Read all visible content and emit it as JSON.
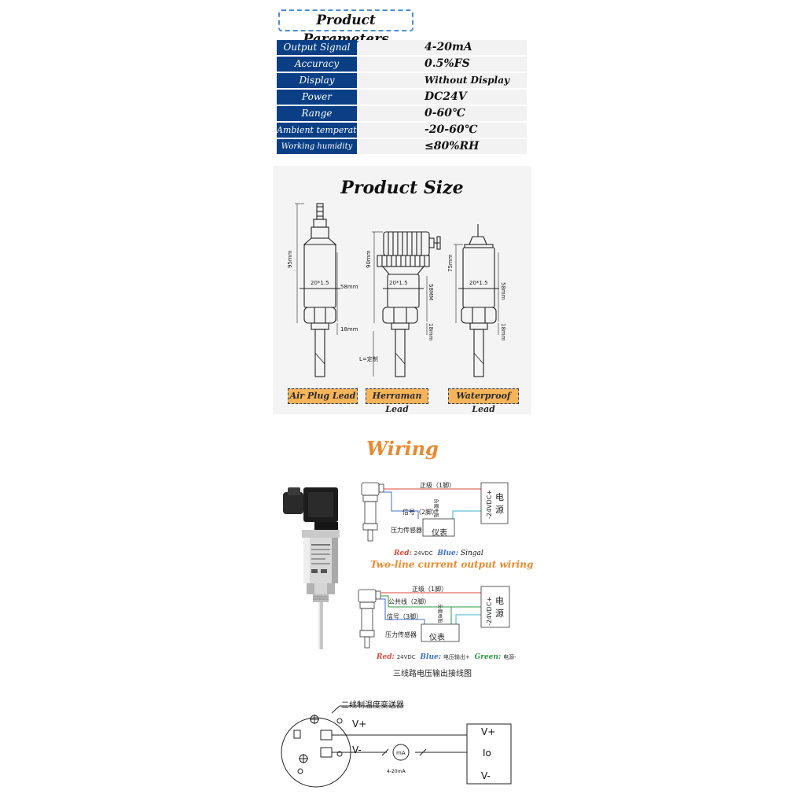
{
  "parameters": {
    "title": "Product Parameters",
    "rows": [
      {
        "label": "Output Signal",
        "value": "4-20mA"
      },
      {
        "label": "Accuracy",
        "value": "0.5%FS"
      },
      {
        "label": "Display",
        "value": "Without Display"
      },
      {
        "label": "Power",
        "value": "DC24V"
      },
      {
        "label": "Range",
        "value": "0-60℃"
      },
      {
        "label": "Ambient temperature",
        "value": "-20-60℃"
      },
      {
        "label": "Working humidity",
        "value": "≤80%RH"
      }
    ]
  },
  "size": {
    "title": "Product Size",
    "air_plug": {
      "height": "95mm",
      "thread": "20*1.5",
      "body": "58mm",
      "bottom": "18mm",
      "label": "Air Plug Lead"
    },
    "herraman": {
      "height": "90mm",
      "thread": "20*1.5",
      "body": "58MM",
      "bottom": "18mm",
      "length": "L=定制",
      "label": "Herraman Lead"
    },
    "waterproof": {
      "height": "75mm",
      "thread": "20*1.5",
      "body": "58mm",
      "bottom": "18mm",
      "label": "Waterproof Lead"
    }
  },
  "wiring": {
    "title": "Wiring",
    "two_line": {
      "positive": "正级（1脚）",
      "signal": "信号（2脚）",
      "resistor": "负载电阻",
      "sensor": "压力传感器",
      "meter": "仪表",
      "supply": "-24VDC+",
      "supply_cn_1": "电",
      "supply_cn_2": "源",
      "legend_red": "Red:",
      "legend_red_val": "24VDC",
      "legend_blue": "Blue:",
      "legend_blue_val": "Singal",
      "subtitle": "Two-line current output wiring"
    },
    "three_line": {
      "positive": "正级（1脚）",
      "common": "公共线（2脚）",
      "signal": "信号（3脚）",
      "resistor": "负载电阻",
      "sensor": "压力传感器",
      "meter": "仪表",
      "supply": "-24VDC+",
      "supply_cn_1": "电",
      "supply_cn_2": "源",
      "legend_red": "Red:",
      "legend_red_val": "24VDC",
      "legend_blue": "Blue:",
      "legend_blue_val": "电压输出+",
      "legend_green": "Green:",
      "legend_green_val": "电源-",
      "subtitle": "三线路电压输出接线图"
    },
    "transmitter": {
      "title": "二线制温度变送器",
      "vplus": "V+",
      "vminus": "V-",
      "meter": "mA",
      "current": "4-20mA",
      "box_vplus": "V+",
      "box_io": "Io",
      "box_vminus": "V-"
    }
  }
}
